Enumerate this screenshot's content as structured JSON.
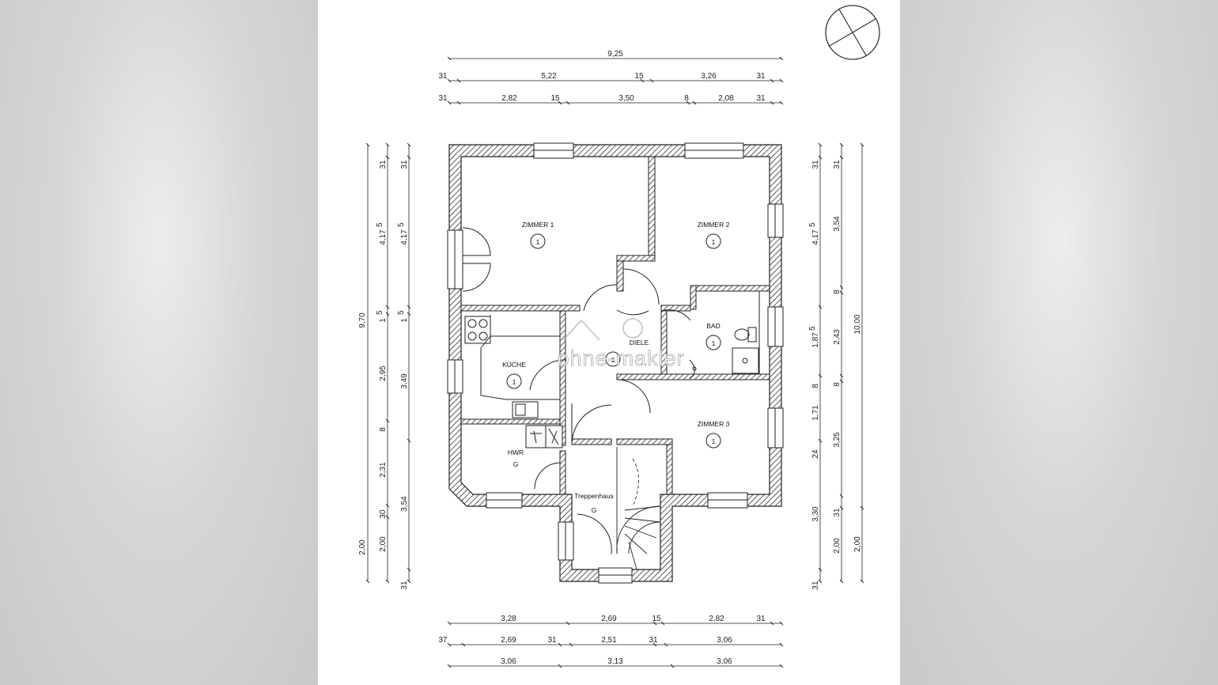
{
  "rooms": {
    "zimmer1": {
      "name": "ZIMMER 1",
      "mark": "1"
    },
    "zimmer2": {
      "name": "ZIMMER 2",
      "mark": "1"
    },
    "zimmer3": {
      "name": "ZIMMER 3",
      "mark": "1"
    },
    "kueche": {
      "name": "KÜCHE",
      "mark": "1"
    },
    "diele": {
      "name": "DIELE",
      "mark": "1"
    },
    "bad": {
      "name": "BAD",
      "mark": "1"
    },
    "hwr": {
      "name": "HWR",
      "mark": "G"
    },
    "treppenhaus": {
      "name": "Treppenhaus",
      "mark": "G"
    }
  },
  "watermark": "ohne-makler",
  "dimensions": {
    "top_overall": "9,25",
    "top_row2": [
      "31",
      "5,22",
      "15",
      "3,26",
      "31"
    ],
    "top_row3": [
      "31",
      "2,82",
      "15",
      "3,50",
      "8",
      "2,08",
      "31"
    ],
    "bottom_row1": [
      "3,28",
      "2,69",
      "15",
      "2,82",
      "31"
    ],
    "bottom_row2": [
      "37",
      "2,69",
      "31",
      "2,51",
      "31",
      "3,06"
    ],
    "bottom_row3": [
      "3,06",
      "3,13",
      "3,06"
    ],
    "left_outer": [
      "9,70",
      "2,00"
    ],
    "left_mid": [
      "31",
      "4,17",
      "1",
      "2,95",
      "8",
      "2,31",
      "30",
      "2,00"
    ],
    "left_inner": [
      "31",
      "4,17",
      "1",
      "3,49",
      "3,54",
      "31"
    ],
    "right_inner": [
      "31",
      "4,17",
      "1,87",
      "8",
      "1,71",
      "24",
      "3,30",
      "31"
    ],
    "right_mid": [
      "31",
      "3,54",
      "8",
      "2,43",
      "8",
      "3,25",
      "31",
      "2,00"
    ],
    "right_outer": [
      "10,00",
      "2,00"
    ],
    "superscript": "5"
  }
}
